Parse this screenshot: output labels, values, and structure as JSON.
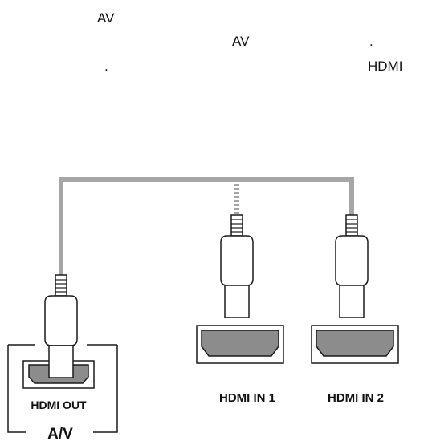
{
  "text_lines": {
    "line1_av": "AV",
    "line2_av": "AV",
    "line2_dot": ".",
    "line3_dot": ".",
    "line3_hdmi": "HDMI"
  },
  "ports": {
    "device_port_label": "HDMI OUT",
    "device_label": "A/V",
    "port1_label": "HDMI IN 1",
    "port2_label": "HDMI IN 2"
  },
  "colors": {
    "cable": "#a6a6a6",
    "port_fill": "#8c8c8c",
    "outline": "#1a1a1a",
    "background": "#ffffff"
  },
  "icons": {
    "cable": "hdmi-cable",
    "connector": "hdmi-plug",
    "port": "hdmi-port"
  }
}
